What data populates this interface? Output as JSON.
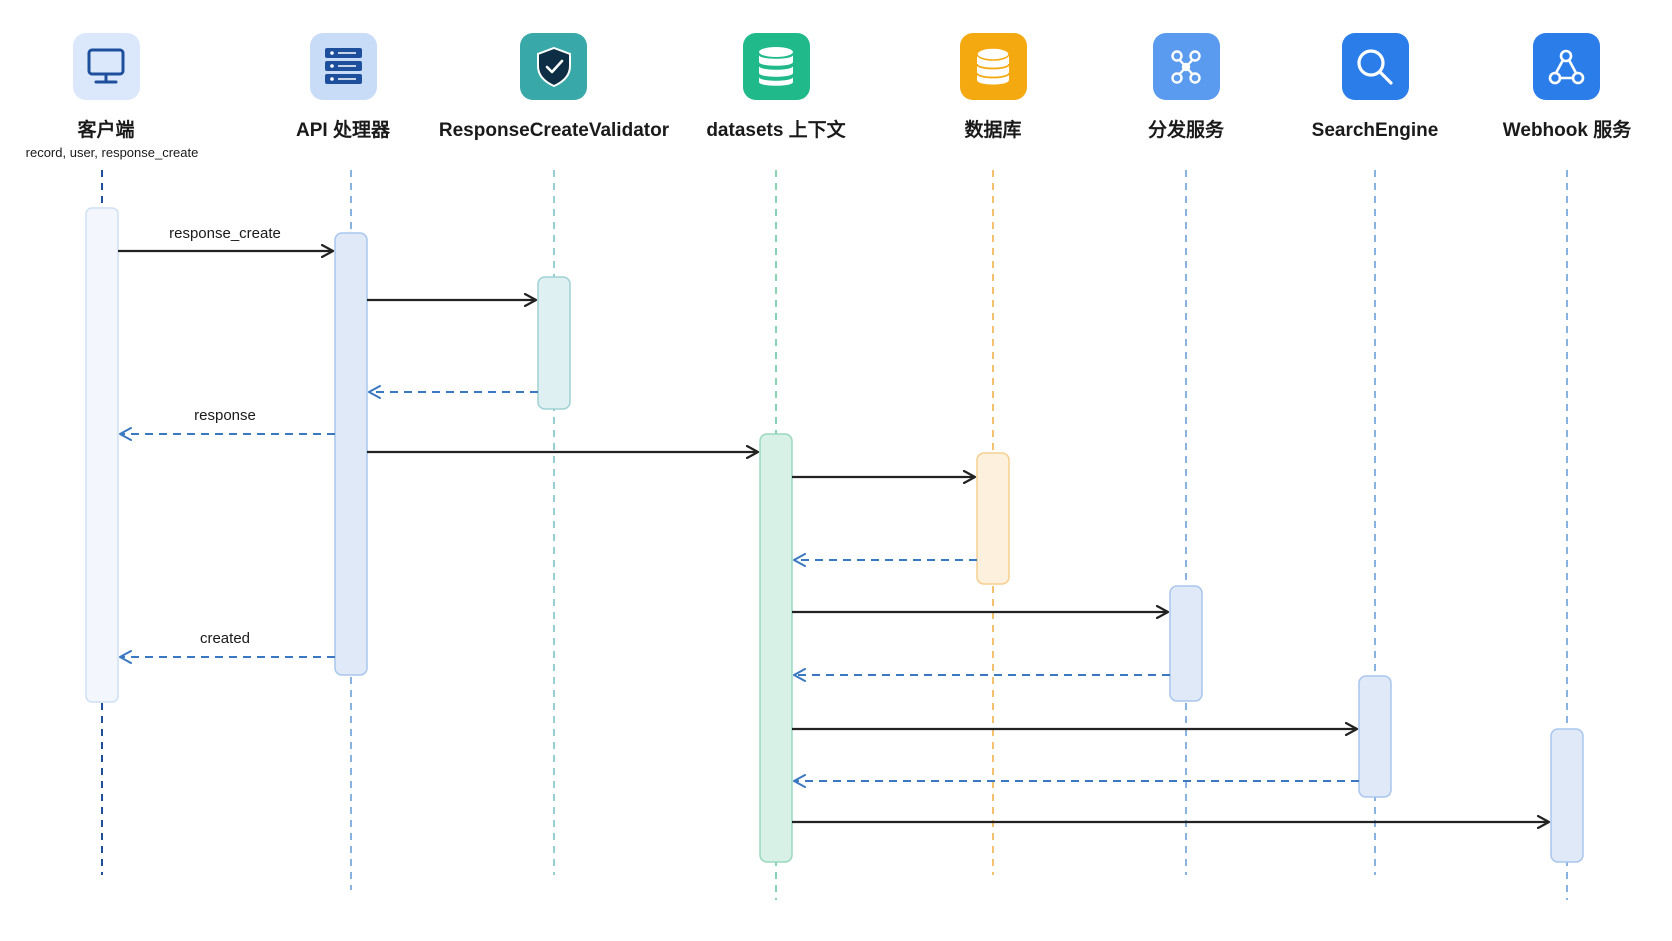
{
  "participants": [
    {
      "id": "client",
      "name": "客户端",
      "subtitle": "record, user, response_create",
      "icon": "monitor-icon",
      "icon_bg": "#dbe8fb",
      "icon_fg": "#1e4f9c",
      "line_color": "#1f4e9a"
    },
    {
      "id": "api",
      "name": "API 处理器",
      "icon": "server-icon",
      "icon_bg": "#c9dcf7",
      "icon_fg": "#1e4f9c",
      "line_color": "#6a9fd8"
    },
    {
      "id": "validator",
      "name": "ResponseCreateValidator",
      "icon": "shield-check-icon",
      "icon_bg": "#38a8a8",
      "icon_fg": "#ffffff",
      "line_color": "#7cc3c8"
    },
    {
      "id": "datasets",
      "name": "datasets 上下文",
      "icon": "database-stack-icon",
      "icon_bg": "#1fb98a",
      "icon_fg": "#ffffff",
      "line_color": "#6cc7a4"
    },
    {
      "id": "db",
      "name": "数据库",
      "icon": "database-icon",
      "icon_bg": "#f5a910",
      "icon_fg": "#ffffff",
      "line_color": "#f2b24a"
    },
    {
      "id": "dispatch",
      "name": "分发服务",
      "icon": "network-icon",
      "icon_bg": "#5b9bef",
      "icon_fg": "#ffffff",
      "line_color": "#6a9fd8"
    },
    {
      "id": "search",
      "name": "SearchEngine",
      "icon": "search-icon",
      "icon_bg": "#2b7de9",
      "icon_fg": "#ffffff",
      "line_color": "#6a9fd8"
    },
    {
      "id": "webhook",
      "name": "Webhook 服务",
      "icon": "webhook-icon",
      "icon_bg": "#2b7de9",
      "icon_fg": "#ffffff",
      "line_color": "#6a9fd8"
    }
  ],
  "messages": [
    {
      "from": "client",
      "to": "api",
      "label": "response_create",
      "kind": "call"
    },
    {
      "from": "api",
      "to": "validator",
      "label": "",
      "kind": "call"
    },
    {
      "from": "validator",
      "to": "api",
      "label": "",
      "kind": "return"
    },
    {
      "from": "api",
      "to": "client",
      "label": "response",
      "kind": "return"
    },
    {
      "from": "api",
      "to": "datasets",
      "label": "",
      "kind": "call"
    },
    {
      "from": "datasets",
      "to": "db",
      "label": "",
      "kind": "call"
    },
    {
      "from": "db",
      "to": "datasets",
      "label": "",
      "kind": "return"
    },
    {
      "from": "datasets",
      "to": "dispatch",
      "label": "",
      "kind": "call"
    },
    {
      "from": "dispatch",
      "to": "datasets",
      "label": "",
      "kind": "return"
    },
    {
      "from": "api",
      "to": "client",
      "label": "created",
      "kind": "return"
    },
    {
      "from": "datasets",
      "to": "search",
      "label": "",
      "kind": "call"
    },
    {
      "from": "search",
      "to": "datasets",
      "label": "",
      "kind": "return"
    },
    {
      "from": "datasets",
      "to": "webhook",
      "label": "",
      "kind": "call"
    }
  ],
  "colors": {
    "call_arrow": "#222222",
    "return_arrow": "#3a78c2",
    "activation_client": "#f3f7fd",
    "activation_blue": "#dfe9f8",
    "activation_teal": "#def0f1",
    "activation_green": "#d8f1e6",
    "activation_orange": "#fdf0dc"
  }
}
